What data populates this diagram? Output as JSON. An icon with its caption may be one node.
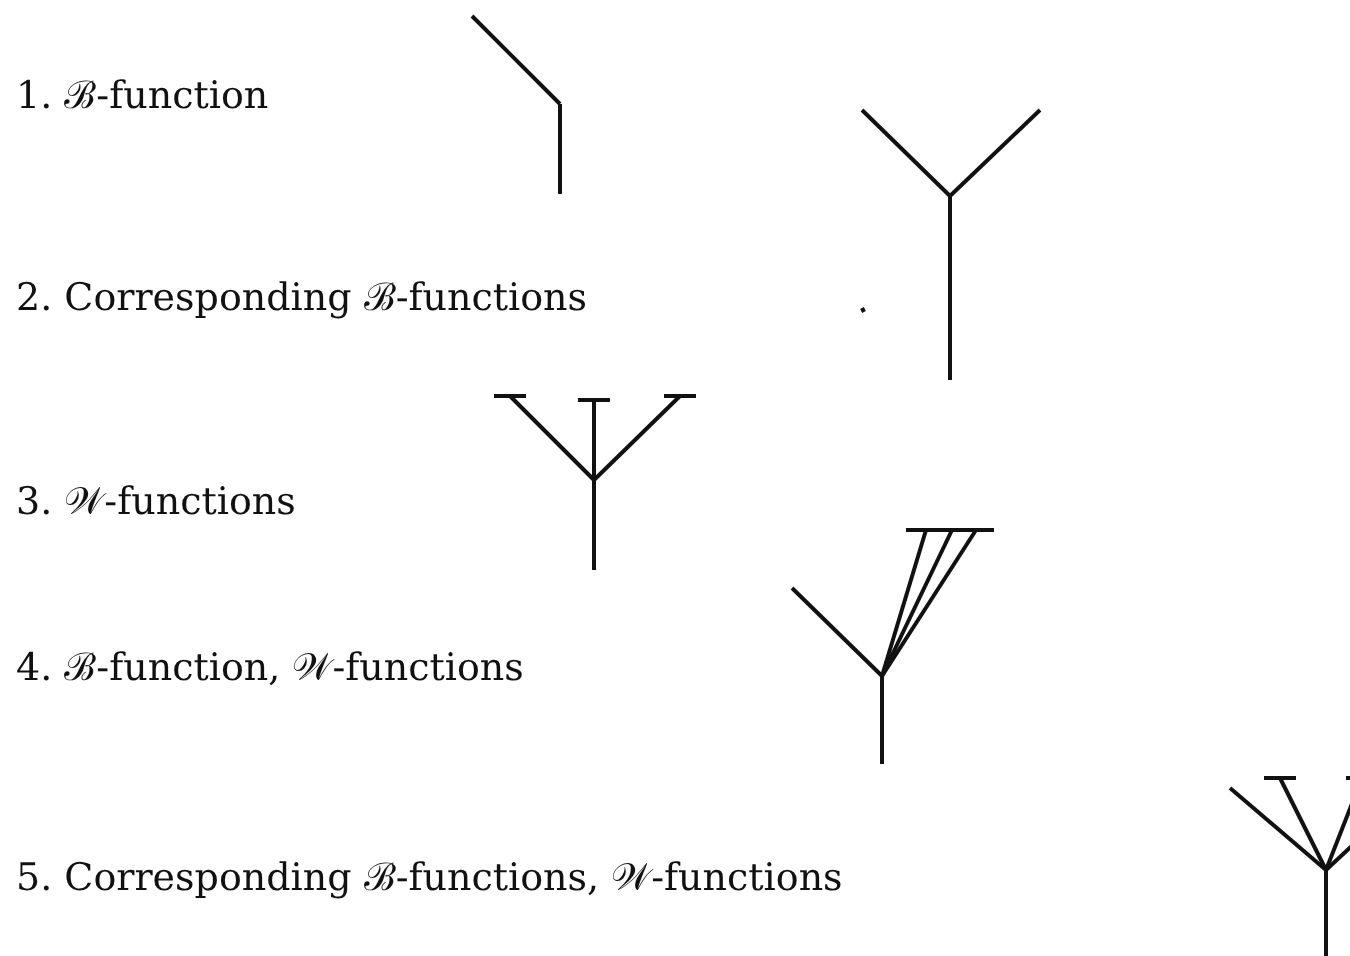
{
  "diagram": {
    "labels": [
      "1. ℬ-function",
      "2. Corresponding ℬ-functions",
      "3. 𝒲-functions",
      "4. ℬ-function, 𝒲-functions",
      "5. Corresponding ℬ-functions, 𝒲-functions"
    ]
  }
}
